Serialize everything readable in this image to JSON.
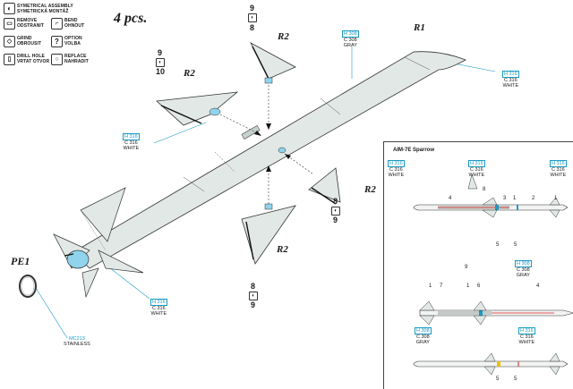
{
  "title": "4 pcs.",
  "legend": {
    "items": [
      {
        "icon": "symmetrical-assembly-icon",
        "label_en": "SYMETRICAL ASSEMBLY",
        "label_cz": "SYMETRICKÁ MONTÁŽ"
      },
      {
        "icon": "remove-icon",
        "label_en": "REMOVE",
        "label_cz": "ODSTRANIT"
      },
      {
        "icon": "bend-icon",
        "label_en": "BEND",
        "label_cz": "OHNOUT"
      },
      {
        "icon": "grind-icon",
        "label_en": "GRIND",
        "label_cz": "OBROUSIT"
      },
      {
        "icon": "option-icon",
        "label_en": "OPTION",
        "label_cz": "VOLBA"
      },
      {
        "icon": "drill-hole-icon",
        "label_en": "DRILL HOLE",
        "label_cz": "VRTAT OTVOR"
      },
      {
        "icon": "replace-icon",
        "label_en": "REPLACE",
        "label_cz": "NAHRADIT"
      }
    ]
  },
  "parts": {
    "r1": "R1",
    "r2": "R2",
    "pe1": "PE1",
    "mc": "MC213",
    "stainless": "STAINLESS"
  },
  "steps": {
    "top_a": "9",
    "top_b": "8",
    "left_a": "9",
    "left_b": "10",
    "right_a": "8",
    "right_b": "9",
    "bottom_a": "8",
    "bottom_b": "9"
  },
  "colors": {
    "h308": "H 308",
    "c308": "C 308",
    "gray": "GRAY",
    "h316": "H 316",
    "c316": "C 316",
    "white": "WHITE"
  },
  "panel": {
    "title": "AIM-7E Sparrow",
    "callouts_row1": [
      "4",
      "3",
      "1",
      "2",
      "1"
    ],
    "callouts_row1_below": [
      "5",
      "5"
    ],
    "callouts_fin": "8",
    "callouts_row2": [
      "1",
      "7",
      "1",
      "6",
      "4"
    ],
    "callouts_row2_mid": "9",
    "callouts_row3": [
      "5",
      "5"
    ]
  },
  "accent": "#1a9bc4",
  "part_fill": "#e2e8e6",
  "nozzle_fill": "#8fd3ec"
}
